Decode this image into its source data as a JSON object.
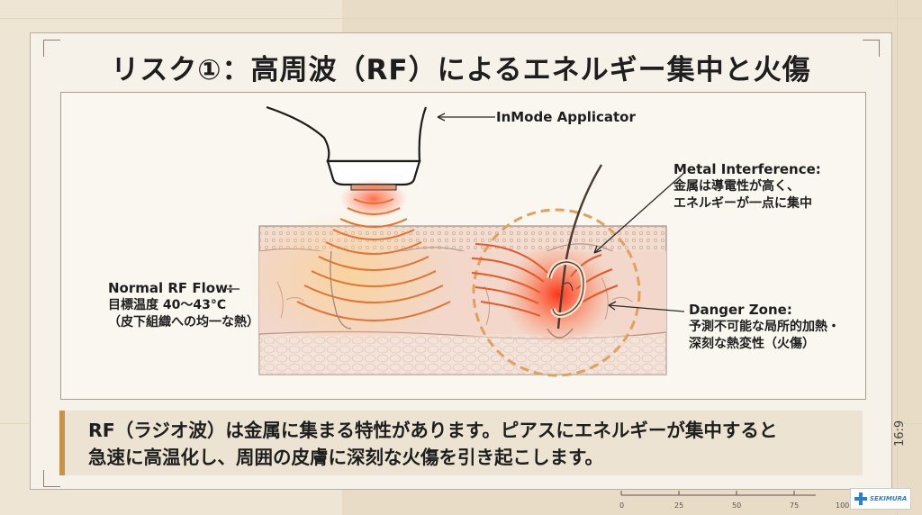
{
  "title": "リスク①：高周波（RF）によるエネルギー集中と火傷",
  "labels": {
    "applicator": "InMode Applicator",
    "metal_title": "Metal Interference:",
    "metal_line1": "金属は導電性が高く、",
    "metal_line2": "エネルギーが一点に集中",
    "normal_title": "Normal RF Flow:",
    "normal_line1": "目標温度 40〜43°C",
    "normal_line2": "（皮下組織への均一な熱）",
    "danger_title": "Danger Zone:",
    "danger_line1": "予測不可能な局所的加熱・",
    "danger_line2": "深刻な熱変性（火傷）"
  },
  "callout": {
    "line1": "RF（ラジオ波）は金属に集まる特性があります。ピアスにエネルギーが集中すると",
    "line2": "急速に高温化し、周囲の皮膚に深刻な火傷を引き起こします。"
  },
  "aspect_ratio": "16:9",
  "ruler_ticks": [
    "0",
    "25",
    "50",
    "75",
    "100"
  ],
  "logo_text": "SEKIMURA",
  "colors": {
    "accent": "#c69248",
    "danger": "#e8412a",
    "rf_wave": "#e06a2a",
    "dashed_circle": "#e0a060",
    "skin": "#efd2c4"
  }
}
